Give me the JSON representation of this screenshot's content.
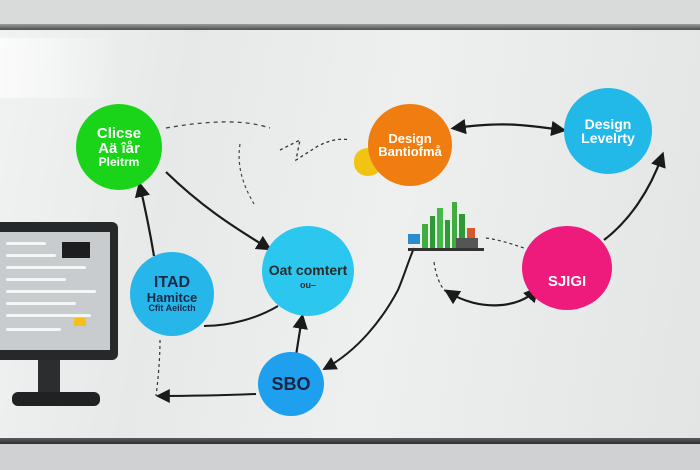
{
  "nodes": {
    "green": [
      "Clicse",
      "Aä îår",
      "Pleitrm"
    ],
    "orange": [
      "Design",
      "Bantiofmå"
    ],
    "cyan_top_right": [
      "Design",
      "Levelrty"
    ],
    "cyan_center": [
      "Oat comtert",
      "ou–"
    ],
    "cyan_left": [
      "ITAD",
      "Hamitce",
      "Cfit Aeilcth"
    ],
    "blue_bottom": [
      "SBO"
    ],
    "pink": [
      "SJIGI"
    ]
  },
  "colors": {
    "green": "#19d419",
    "orange": "#f07d10",
    "cyan": "#22b8e8",
    "blue": "#1fa0ee",
    "pink": "#ee1a7c",
    "yellow": "#f3c313"
  }
}
